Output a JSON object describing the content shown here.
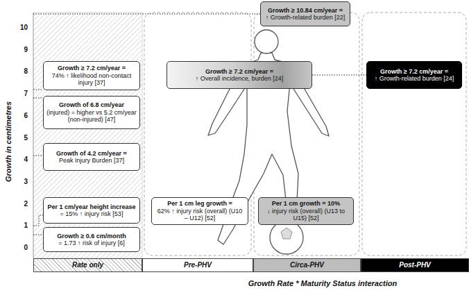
{
  "diagram": {
    "nodes": [
      {
        "text": [
          "Growth ≥ 10.84 cm/year =",
          "↑ Growth-related burden [22]"
        ]
      },
      {
        "text": [
          "Growth ≥ 7.2 cm/year =",
          "74% ↑ likelihood non-contact injury [37]"
        ]
      },
      {
        "text": [
          "Growth ≥ 7.2 cm/year =",
          "↑ Overall incidence, burden [24]"
        ]
      },
      {
        "text": [
          "Growth ≥ 7.2 cm/year =",
          "↑ Growth-related burden [24]"
        ]
      },
      {
        "text": [
          "Growth of 6.8 cm/year",
          "(injured) = higher vs 5.2 cm/year (non-injured) [47]"
        ]
      },
      {
        "text": [
          "Growth of 4.2 cm/year =",
          "Peak Injury Burden [37]"
        ]
      },
      {
        "text": [
          "Per 1 cm/year height increase",
          "= 15% ↑ injury risk [53]"
        ]
      },
      {
        "text": [
          "Per 1 cm leg growth =",
          "62% ↑ injury risk (overall) (U10 – U12) [52]"
        ]
      },
      {
        "text": [
          "Per 1 cm growth = 10%",
          "↓ injury risk (overall) (U13 to U15) [52]"
        ]
      },
      {
        "text": [
          "Growth ≥ 0.6 cm/month",
          "= 1.73 ↑ risk of injury [6]"
        ]
      },
      {
        "text": [
          "Rate only"
        ]
      },
      {
        "text": [
          "Pre-PHV"
        ]
      },
      {
        "text": [
          "Circa-PHV"
        ]
      },
      {
        "text": [
          "Post-PHV"
        ]
      }
    ],
    "edges": [
      {
        "from": 2,
        "to": 3,
        "arrow": "none"
      }
    ],
    "labels": [
      "Growth in centimetres",
      "10",
      "9",
      "8",
      "7",
      "6",
      "5",
      "4",
      "3",
      "2",
      "1",
      "0",
      "Growth Rate * Maturity Status interaction"
    ]
  }
}
